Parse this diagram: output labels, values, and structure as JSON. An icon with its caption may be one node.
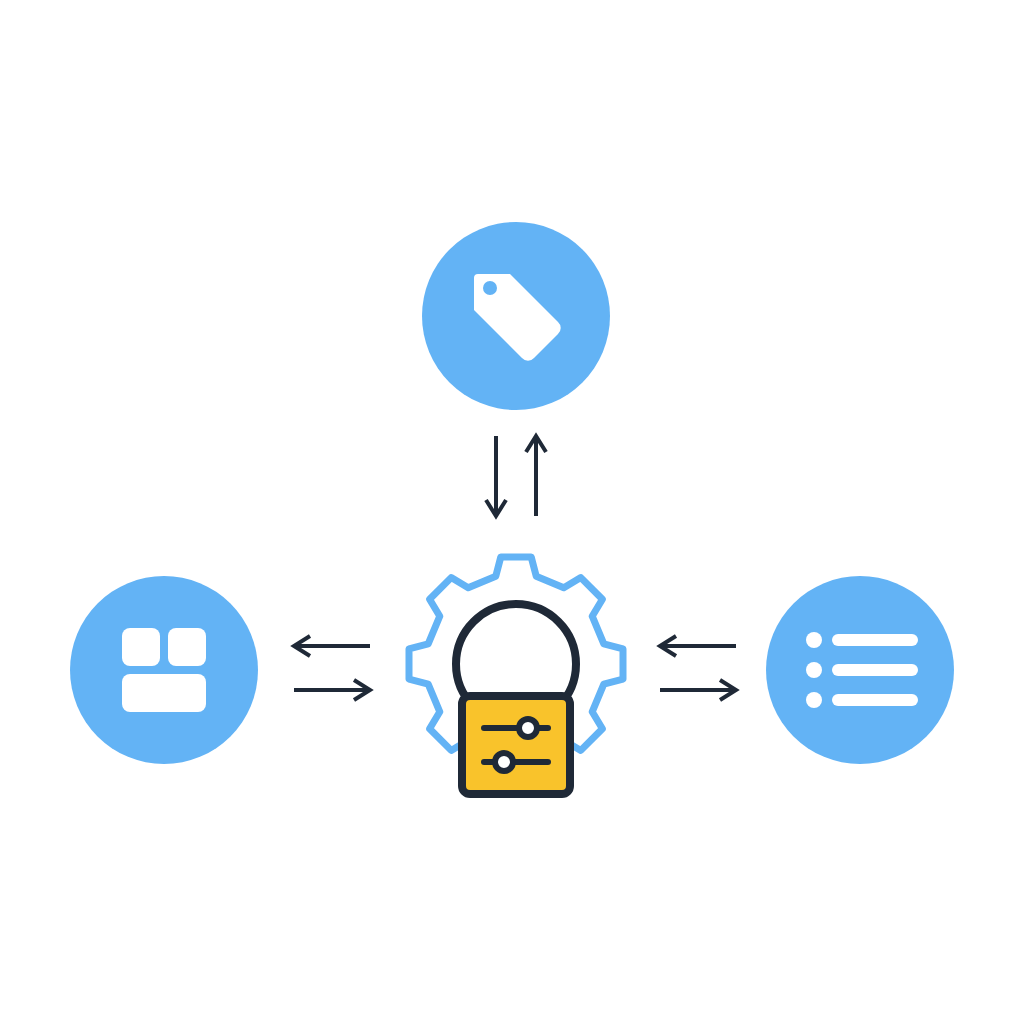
{
  "diagram": {
    "nodes": [
      {
        "text": [],
        "shape": "circle"
      },
      {
        "text": [],
        "shape": "circle"
      },
      {
        "text": [],
        "shape": "gear"
      },
      {
        "text": [],
        "shape": "circle"
      }
    ],
    "edges": [
      {
        "from": 0,
        "to": 2,
        "arrow": "to"
      },
      {
        "from": 2,
        "to": 0,
        "arrow": "to"
      },
      {
        "from": 2,
        "to": 1,
        "arrow": "to"
      },
      {
        "from": 1,
        "to": 2,
        "arrow": "to"
      },
      {
        "from": 3,
        "to": 2,
        "arrow": "to"
      },
      {
        "from": 2,
        "to": 3,
        "arrow": "to"
      }
    ]
  }
}
